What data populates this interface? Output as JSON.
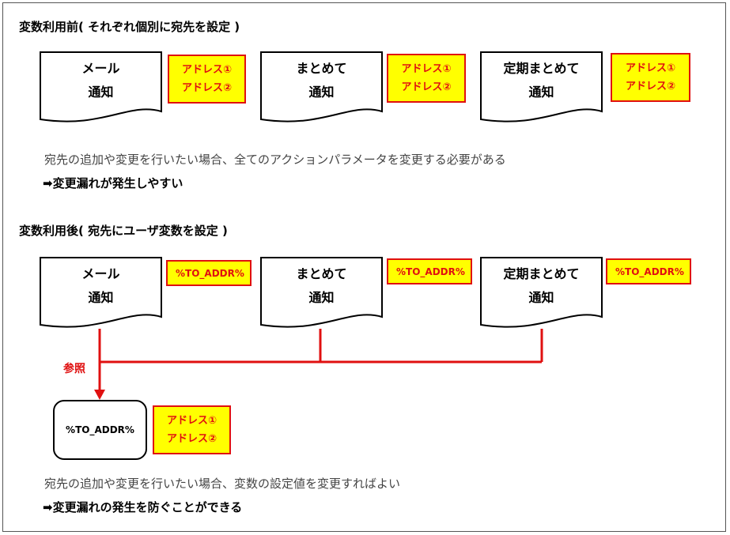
{
  "before": {
    "heading": "変数利用前( それぞれ個別に宛先を設定 )",
    "docs": [
      {
        "line1": "メール",
        "line2": "通知"
      },
      {
        "line1": "まとめて",
        "line2": "通知"
      },
      {
        "line1": "定期まとめて",
        "line2": "通知"
      }
    ],
    "addr": {
      "line1": "アドレス①",
      "line2": "アドレス②"
    },
    "description": "宛先の追加や変更を行いたい場合、全てのアクションパラメータを変更する必要がある",
    "conclusion": "➡変更漏れが発生しやすい"
  },
  "after": {
    "heading": "変数利用後( 宛先にユーザ変数を設定 )",
    "docs": [
      {
        "line1": "メール",
        "line2": "通知"
      },
      {
        "line1": "まとめて",
        "line2": "通知"
      },
      {
        "line1": "定期まとめて",
        "line2": "通知"
      }
    ],
    "var_label": "%TO_ADDR%",
    "variable_box": "%TO_ADDR%",
    "reference_label": "参照",
    "addr": {
      "line1": "アドレス①",
      "line2": "アドレス②"
    },
    "description": "宛先の追加や変更を行いたい場合、変数の設定値を変更すればよい",
    "conclusion": "➡変更漏れの発生を防ぐことができる"
  },
  "colors": {
    "accent_red": "#e01010",
    "highlight_yellow": "#ffff00",
    "border": "#000000"
  },
  "icons": {
    "arrow": "right-arrow-icon"
  }
}
